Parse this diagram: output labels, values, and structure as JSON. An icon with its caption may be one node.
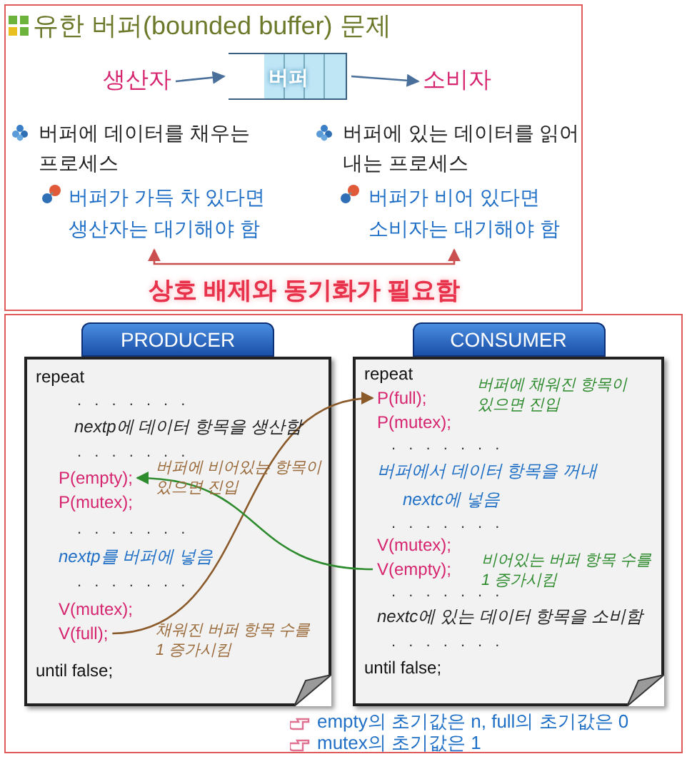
{
  "diagram": {
    "title": "유한 버퍼(bounded buffer) 문제",
    "nodes": [
      {
        "text": [
          "생산자"
        ]
      },
      {
        "text": [
          "버퍼"
        ]
      },
      {
        "text": [
          "소비자"
        ]
      },
      {
        "text": [
          "버퍼가 가득 차 있다면 생산자는 대기해야 함"
        ]
      },
      {
        "text": [
          "버퍼가 비어 있다면 소비자는 대기해야 함"
        ]
      },
      {
        "text": [
          "PRODUCER"
        ]
      },
      {
        "text": [
          "repeat"
        ],
        "in": 5
      },
      {
        "text": [
          ". . . . . . ."
        ],
        "in": 5
      },
      {
        "text": [
          "nextp에 데이터 항목을 생산함"
        ],
        "in": 5
      },
      {
        "text": [
          ". . . . . . ."
        ],
        "in": 5
      },
      {
        "text": [
          "P(empty);"
        ],
        "in": 5
      },
      {
        "text": [
          "버퍼에 비어있는 항목이 있으면 진입"
        ],
        "in": 5
      },
      {
        "text": [
          "P(mutex);"
        ],
        "in": 5
      },
      {
        "text": [
          ". . . . . . ."
        ],
        "in": 5
      },
      {
        "text": [
          "nextp를 버퍼에 넣음"
        ],
        "in": 5
      },
      {
        "text": [
          ". . . . . . ."
        ],
        "in": 5
      },
      {
        "text": [
          "V(mutex);"
        ],
        "in": 5
      },
      {
        "text": [
          "V(full);"
        ],
        "in": 5
      },
      {
        "text": [
          "채워진 버퍼 항목 수를 1 증가시킴"
        ],
        "in": 5
      },
      {
        "text": [
          "until false;"
        ],
        "in": 5
      },
      {
        "text": [
          "CONSUMER"
        ]
      },
      {
        "text": [
          "repeat"
        ],
        "in": 20
      },
      {
        "text": [
          "P(full);"
        ],
        "in": 20
      },
      {
        "text": [
          "버퍼에 채워진 항목이 있으면 진입"
        ],
        "in": 20
      },
      {
        "text": [
          "P(mutex);"
        ],
        "in": 20
      },
      {
        "text": [
          ". . . . . . ."
        ],
        "in": 20
      },
      {
        "text": [
          "버퍼에서 데이터 항목을 꺼내 nextc에 넣음"
        ],
        "in": 20
      },
      {
        "text": [
          ". . . . . . ."
        ],
        "in": 20
      },
      {
        "text": [
          "V(mutex);"
        ],
        "in": 20
      },
      {
        "text": [
          "V(empty);"
        ],
        "in": 20
      },
      {
        "text": [
          "비어있는 버퍼 항목 수를 1 증가시킴"
        ],
        "in": 20
      },
      {
        "text": [
          ". . . . . . ."
        ],
        "in": 20
      },
      {
        "text": [
          "nextc에 있는 데이터 항목을 소비함"
        ],
        "in": 20
      },
      {
        "text": [
          ". . . . . . ."
        ],
        "in": 20
      },
      {
        "text": [
          "until false;"
        ],
        "in": 20
      }
    ],
    "edges": [
      {
        "from": 0,
        "to": 1,
        "arrow": "to"
      },
      {
        "from": 1,
        "to": 2,
        "arrow": "to"
      },
      {
        "from": 3,
        "to": 4,
        "arrow": "both",
        "label": "상호 배제와 동기화가 필요함",
        "color": "#c9504f"
      },
      {
        "from": 17,
        "to": 22,
        "arrow": "to",
        "color": "#8b5a2b"
      },
      {
        "from": 29,
        "to": 10,
        "arrow": "to",
        "color": "#2e8b2e"
      }
    ],
    "labels": [
      "버퍼에 데이터를 채우는 프로세스",
      "버퍼에 있는 데이터를 읽어 내는 프로세스",
      "empty의 초기값은 n, full의 초기값은 0",
      "mutex의 초기값은 1"
    ]
  }
}
